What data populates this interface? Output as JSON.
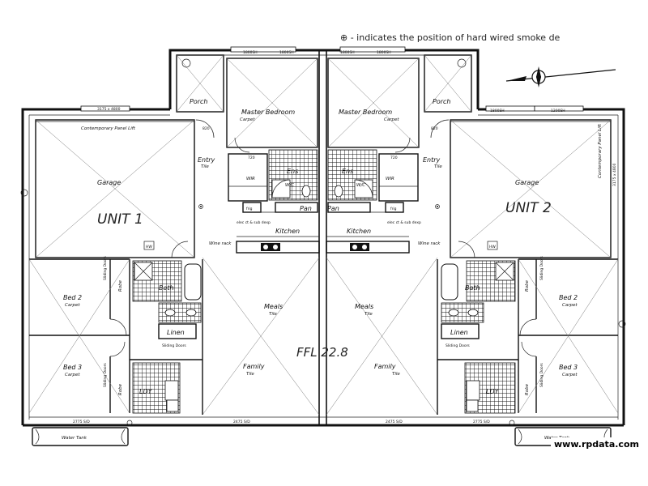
{
  "note": "⊕ - indicates the position of hard wired smoke de",
  "watermark": "www.rpdata.com",
  "ffl": "FFL 22.8",
  "shared": {
    "window_top_1": "1800SH",
    "window_top_2": "1800SH",
    "window_side": "1200SH",
    "pan": "Pan",
    "ens": "Ens",
    "wc": "W/C"
  },
  "unit1": {
    "title": "UNIT 1",
    "porch": "Porch",
    "master": "Master Bedroom",
    "carpet": "Carpet",
    "entry": "Entry",
    "tile": "Tile",
    "wir": "WIR",
    "garage": "Garage",
    "panel_lift": "Contemporary Panel Lift",
    "garage_dim": "3175 x 4800",
    "kitchen": "Kitchen",
    "wine": "Wine rack",
    "frig": "frig",
    "elec": "elec ct & sub dexp",
    "bath": "Bath",
    "bed2": "Bed 2",
    "bed3": "Bed 3",
    "robe": "Robe",
    "sliding": "Sliding Doors",
    "linen": "Linen",
    "ldy": "LDY",
    "meals": "Meals",
    "family": "Family",
    "water_tank": "Water Tank",
    "door_820": "820",
    "door_720": "720",
    "dim_left": "2775 S/D",
    "dim_mid": "2475 S/D",
    "hw": "HW"
  },
  "unit2": {
    "title": "UNIT 2",
    "porch": "Porch",
    "master": "Master Bedroom",
    "carpet": "Carpet",
    "entry": "Entry",
    "tile": "Tile",
    "wir": "WIR",
    "garage": "Garage",
    "panel_lift": "Contemporary Panel Lift",
    "garage_dim": "3175 x 4800",
    "kitchen": "Kitchen",
    "wine": "Wine rack",
    "frig": "frig",
    "elec": "elec ct & sub dexp",
    "bath": "Bath",
    "bed2": "Bed 2",
    "bed3": "Bed 3",
    "robe": "Robe",
    "sliding": "Sliding Doors",
    "linen": "Linen",
    "ldy": "LDY",
    "meals": "Meals",
    "family": "Family",
    "water_tank": "Water Tank",
    "door_820": "820",
    "door_720": "720",
    "dim_right": "2775 S/D",
    "dim_mid": "2475 S/D",
    "hw": "HW"
  }
}
